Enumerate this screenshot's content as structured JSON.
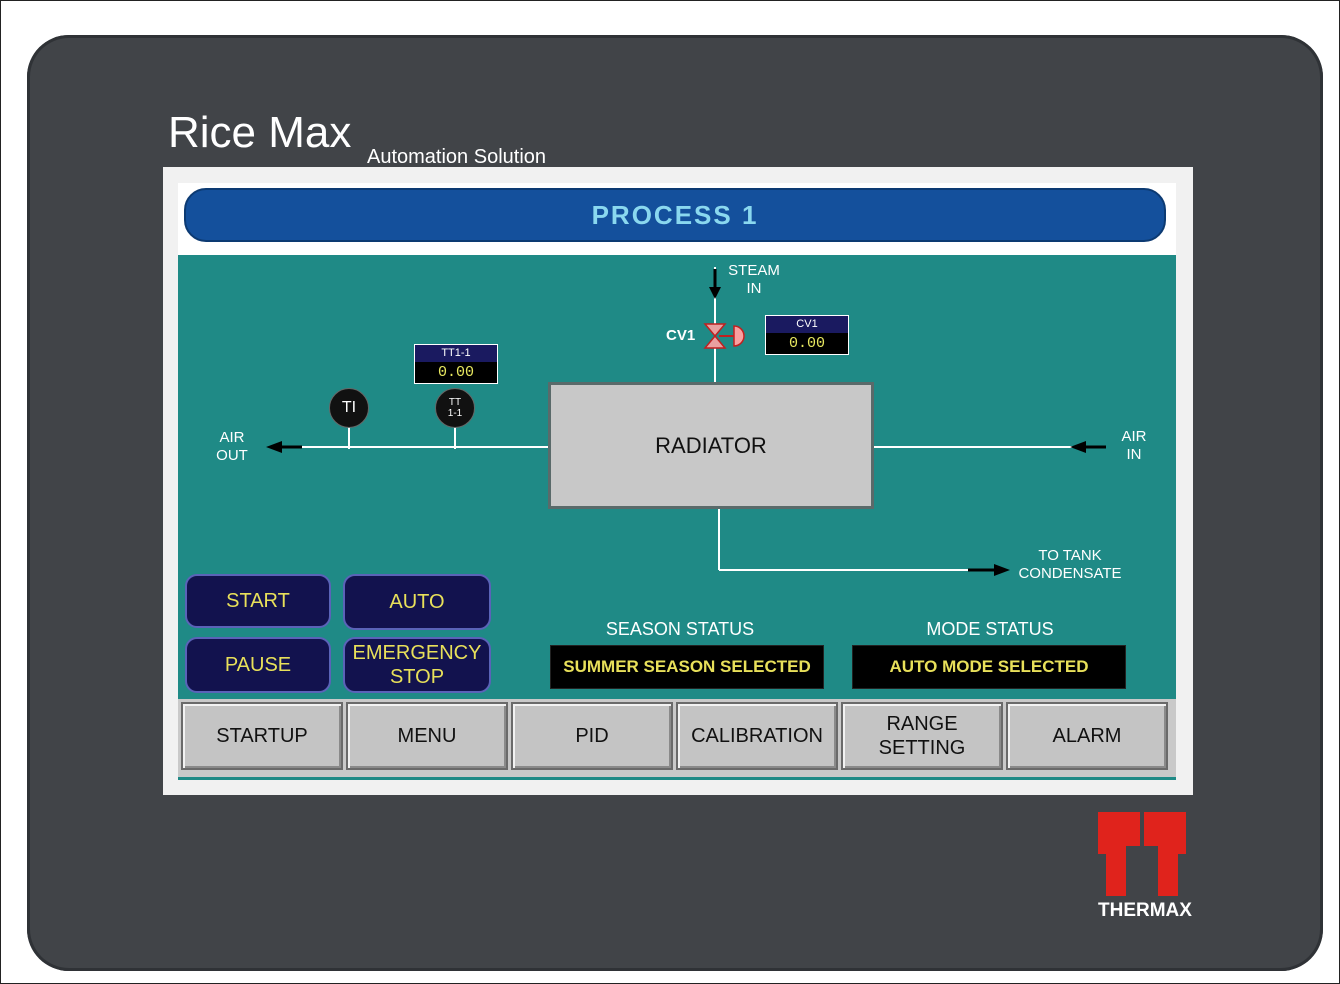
{
  "brand": {
    "title": "Rice Max",
    "subtitle": "Automation Solution"
  },
  "screen": {
    "title": "PROCESS 1",
    "labels": {
      "steam_in": [
        "STEAM",
        "IN"
      ],
      "air_out": [
        "AIR",
        "OUT"
      ],
      "air_in": [
        "AIR",
        "IN"
      ],
      "to_tank": [
        "TO TANK",
        "CONDENSATE"
      ],
      "radiator": "RADIATOR",
      "cv1": "CV1"
    },
    "displays": {
      "tt11": {
        "tag": "TT1-1",
        "value": "0.00"
      },
      "cv1": {
        "tag": "CV1",
        "value": "0.00"
      }
    },
    "instruments": {
      "ti": "TI",
      "tt": [
        "TT",
        "1-1"
      ]
    },
    "controls": {
      "start": "START",
      "auto": "AUTO",
      "pause": "PAUSE",
      "emergency": [
        "EMERGENCY",
        "STOP"
      ]
    },
    "season": {
      "label": "SEASON STATUS",
      "value": "SUMMER SEASON SELECTED"
    },
    "mode": {
      "label": "MODE STATUS",
      "value": "AUTO MODE SELECTED"
    },
    "nav": {
      "startup": "STARTUP",
      "menu": "MENU",
      "pid": "PID",
      "calibration": "CALIBRATION",
      "range": [
        "RANGE",
        "SETTING"
      ],
      "alarm": "ALARM"
    }
  },
  "logo": {
    "text": "THERMAX"
  },
  "colors": {
    "bezel": "#414448",
    "screen_bg": "#1f8a86",
    "title_bar": "#14509c",
    "button_text": "#e8e05a",
    "logo_red": "#e0231c"
  }
}
